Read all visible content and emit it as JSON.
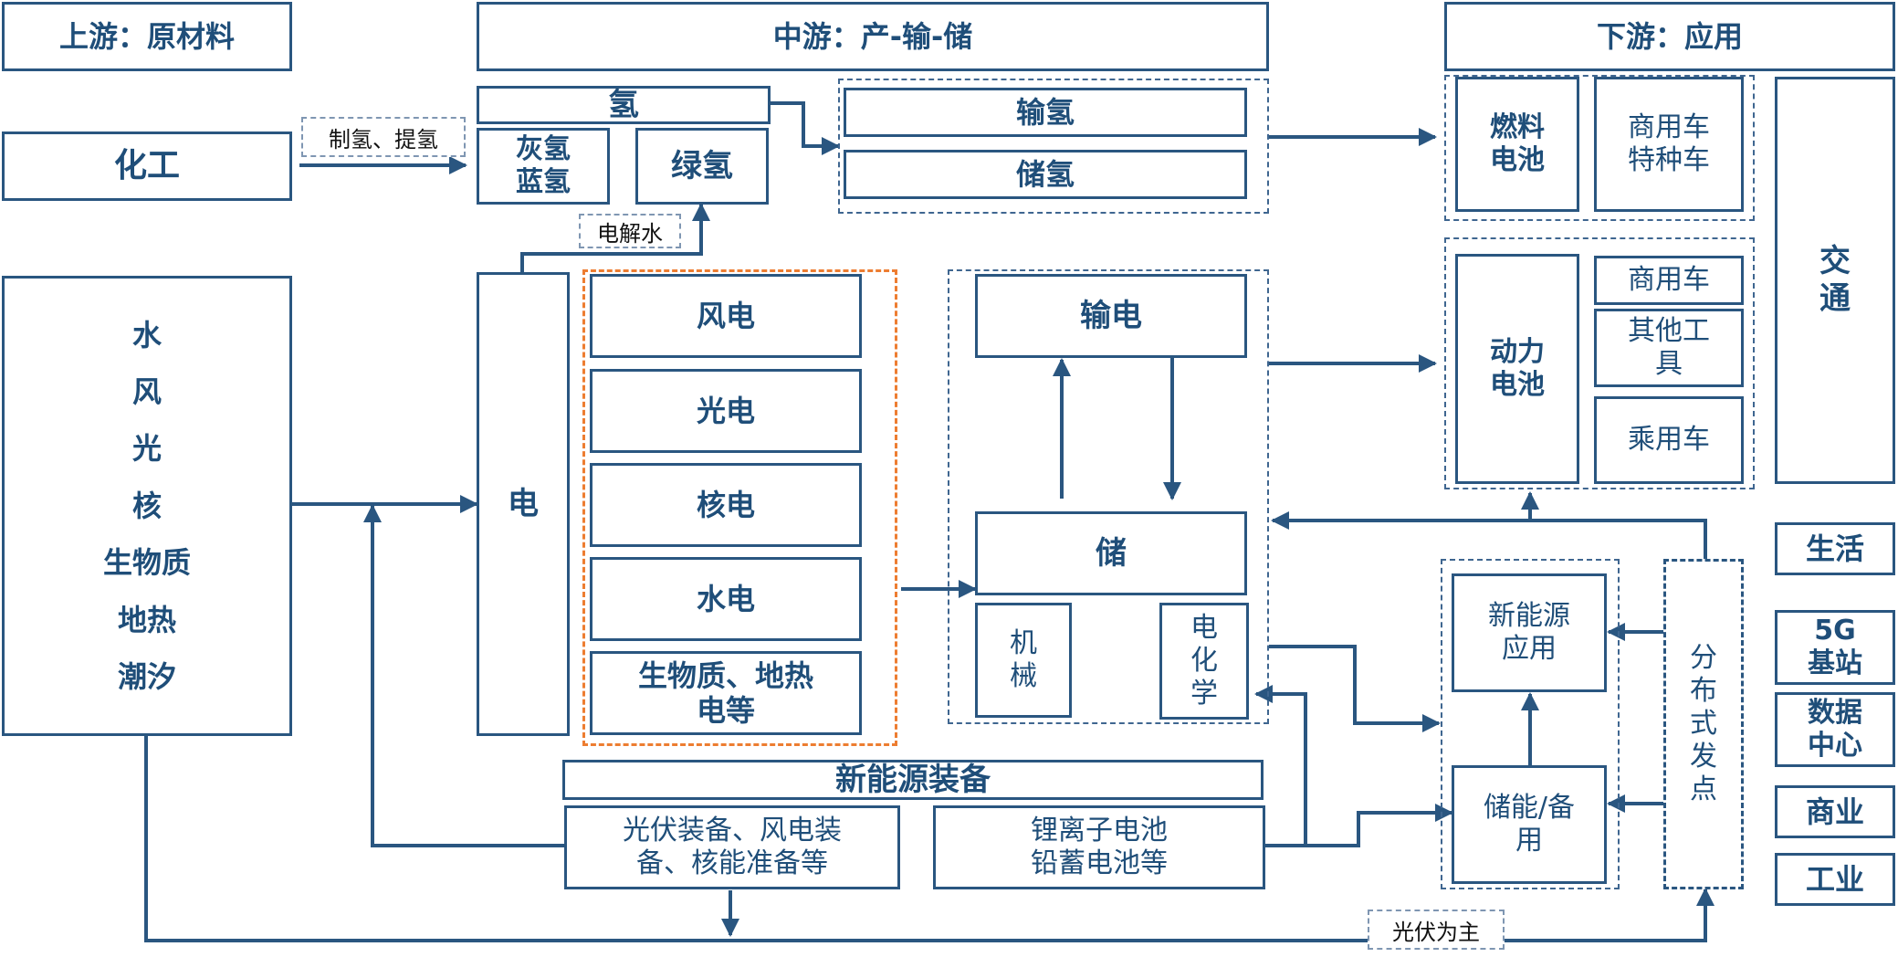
{
  "upstream": {
    "header": "上游：原材料",
    "chemical": "化工",
    "sources": [
      "水",
      "风",
      "光",
      "核",
      "生物质",
      "地热",
      "潮汐"
    ]
  },
  "midstream": {
    "header": "中游：产-输-储",
    "hydrogen": "氢",
    "grey_blue": "灰氢\n蓝氢",
    "green": "绿氢",
    "transport_h2": "输氢",
    "store_h2": "储氢",
    "electricity": "电",
    "power_types": [
      "风电",
      "光电",
      "核电",
      "水电",
      "生物质、地热\n电等"
    ],
    "transmit_power": "输电",
    "storage": "储",
    "mechanical": "机\n械",
    "electrochemical": "电\n化\n学",
    "equipment_header": "新能源装备",
    "equip_pv": "光伏装备、风电装\n备、核能准备等",
    "equip_battery": "锂离子电池\n铅蓄电池等"
  },
  "downstream": {
    "header": "下游：应用",
    "fuel_cell": "燃料\n电池",
    "commercial_special": "商用车\n特种车",
    "power_battery": "动力\n电池",
    "commercial": "商用车",
    "other_tools": "其他工\n具",
    "passenger": "乘用车",
    "transport": "交\n通",
    "new_energy_app": "新能源\n应用",
    "storage_backup": "储能/备\n用",
    "distributed": "分\n布\n式\n发\n点",
    "life": "生活",
    "base_station": "5G\n基站",
    "data_center": "数据\n中心",
    "commerce": "商业",
    "industry": "工业"
  },
  "labels": {
    "h2_production": "制氢、提氢",
    "electrolysis": "电解水",
    "pv_main": "光伏为主"
  }
}
